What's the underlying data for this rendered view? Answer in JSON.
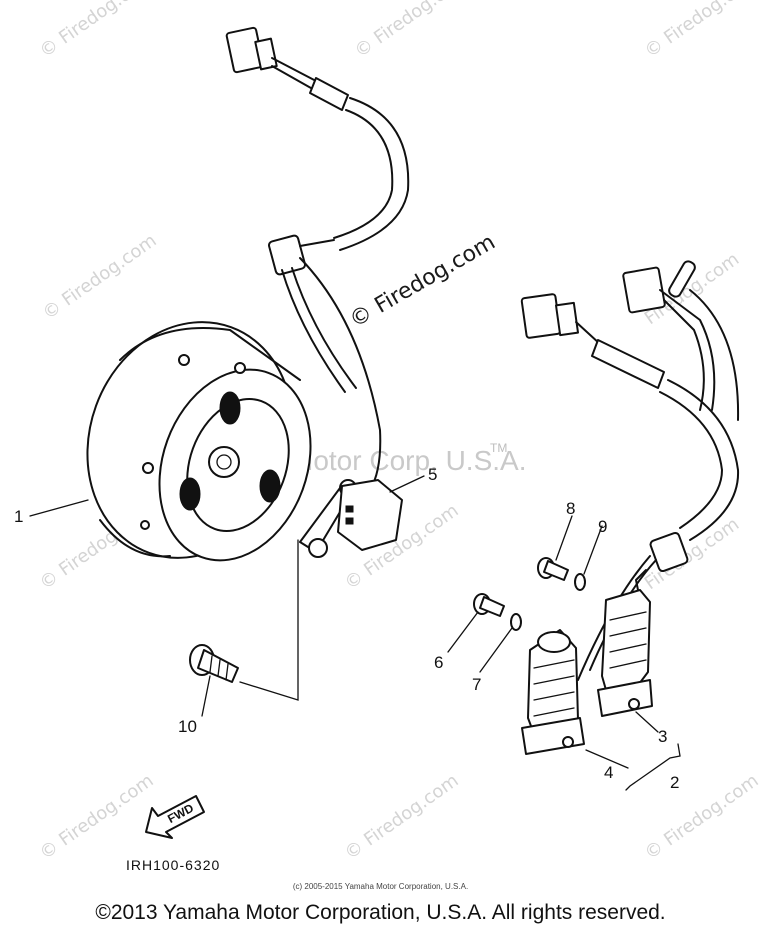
{
  "watermark": {
    "text": "© Firedog.com",
    "text_alt": "Firedog.com",
    "center_text": "© Firedog.com",
    "corp_text": "Yamaha Motor Corp, U.S.A.",
    "tm": "TM"
  },
  "callouts": [
    "1",
    "2",
    "3",
    "4",
    "5",
    "6",
    "7",
    "8",
    "9",
    "10"
  ],
  "fwd_label": "FWD",
  "diagram_ref": "IRH100-6320",
  "footer": {
    "small_copyright": "(c) 2005-2015 Yamaha Motor Corporation, U.S.A.",
    "copyright": "©2013 Yamaha Motor Corporation, U.S.A. All rights reserved."
  }
}
